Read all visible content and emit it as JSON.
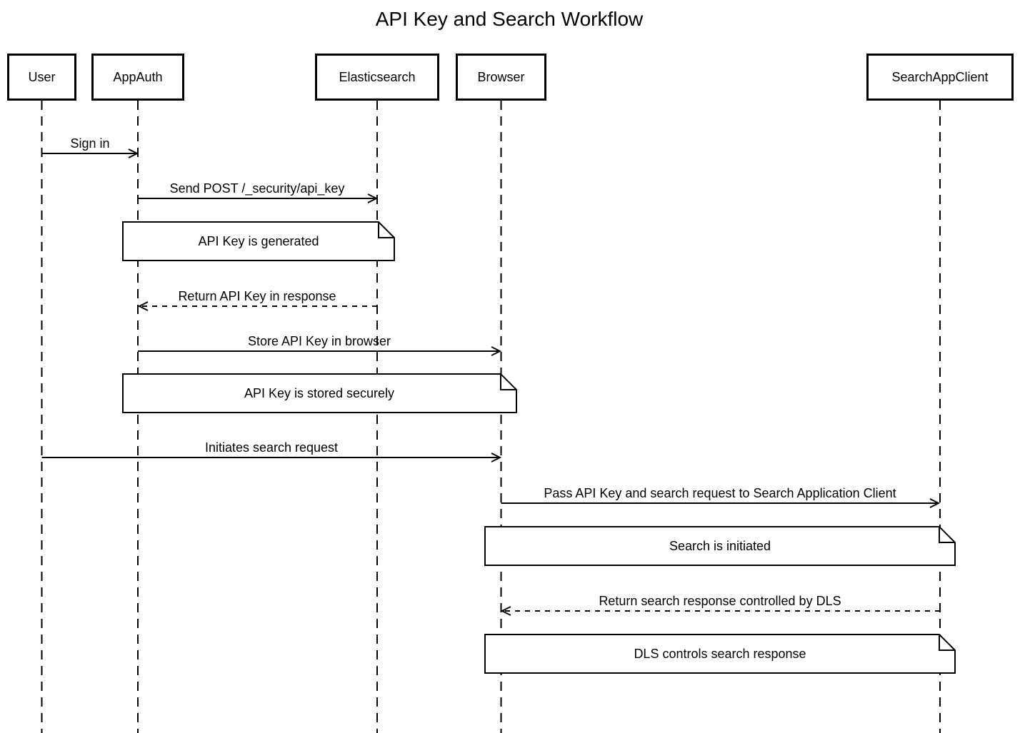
{
  "title": "API Key and Search Workflow",
  "colors": {
    "line": "#000000",
    "text": "#000000",
    "background": "#ffffff",
    "note_fill": "#ffffff"
  },
  "actors": [
    {
      "id": "user",
      "label": "User"
    },
    {
      "id": "appauth",
      "label": "AppAuth"
    },
    {
      "id": "elasticsearch",
      "label": "Elasticsearch"
    },
    {
      "id": "browser",
      "label": "Browser"
    },
    {
      "id": "searchappclient",
      "label": "SearchAppClient"
    }
  ],
  "messages": [
    {
      "label": "Sign in",
      "from": "User",
      "to": "AppAuth",
      "line": "solid"
    },
    {
      "label": "Send POST /_security/api_key",
      "from": "AppAuth",
      "to": "Elasticsearch",
      "line": "solid"
    },
    {
      "label": "Return API Key in response",
      "from": "Elasticsearch",
      "to": "AppAuth",
      "line": "dashed"
    },
    {
      "label": "Store API Key in browser",
      "from": "AppAuth",
      "to": "Browser",
      "line": "solid"
    },
    {
      "label": "Initiates search request",
      "from": "User",
      "to": "Browser",
      "line": "solid"
    },
    {
      "label": "Pass API Key and search request to Search Application Client",
      "from": "Browser",
      "to": "SearchAppClient",
      "line": "solid"
    },
    {
      "label": "Return search response controlled by DLS",
      "from": "SearchAppClient",
      "to": "Browser",
      "line": "dashed"
    }
  ],
  "notes": [
    {
      "label": "API Key is generated",
      "over": "AppAuth, Elasticsearch"
    },
    {
      "label": "API Key is stored securely",
      "over": "AppAuth, Browser"
    },
    {
      "label": "Search is initiated",
      "over": "Browser, SearchAppClient"
    },
    {
      "label": "DLS controls search response",
      "over": "Browser, SearchAppClient"
    }
  ]
}
